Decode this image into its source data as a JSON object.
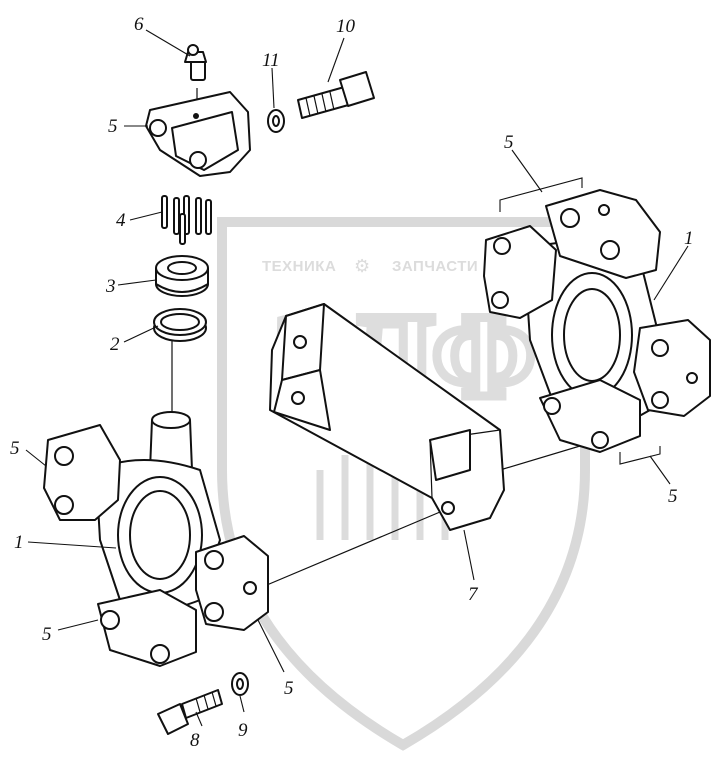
{
  "watermark": {
    "top_text_left": "ТЕХНИКА",
    "top_text_right": "ЗАПЧАСТИ",
    "logo_letters": "ЭЛФ",
    "color": "#d9d9d9"
  },
  "callouts": [
    {
      "id": "c1a",
      "label": "1"
    },
    {
      "id": "c1b",
      "label": "1"
    },
    {
      "id": "c2",
      "label": "2"
    },
    {
      "id": "c3",
      "label": "3"
    },
    {
      "id": "c4",
      "label": "4"
    },
    {
      "id": "c5a",
      "label": "5"
    },
    {
      "id": "c5b",
      "label": "5"
    },
    {
      "id": "c5c",
      "label": "5"
    },
    {
      "id": "c5d",
      "label": "5"
    },
    {
      "id": "c5e",
      "label": "5"
    },
    {
      "id": "c5f",
      "label": "5"
    },
    {
      "id": "c6",
      "label": "6"
    },
    {
      "id": "c7",
      "label": "7"
    },
    {
      "id": "c8",
      "label": "8"
    },
    {
      "id": "c9",
      "label": "9"
    },
    {
      "id": "c10",
      "label": "10"
    },
    {
      "id": "c11",
      "label": "11"
    }
  ]
}
